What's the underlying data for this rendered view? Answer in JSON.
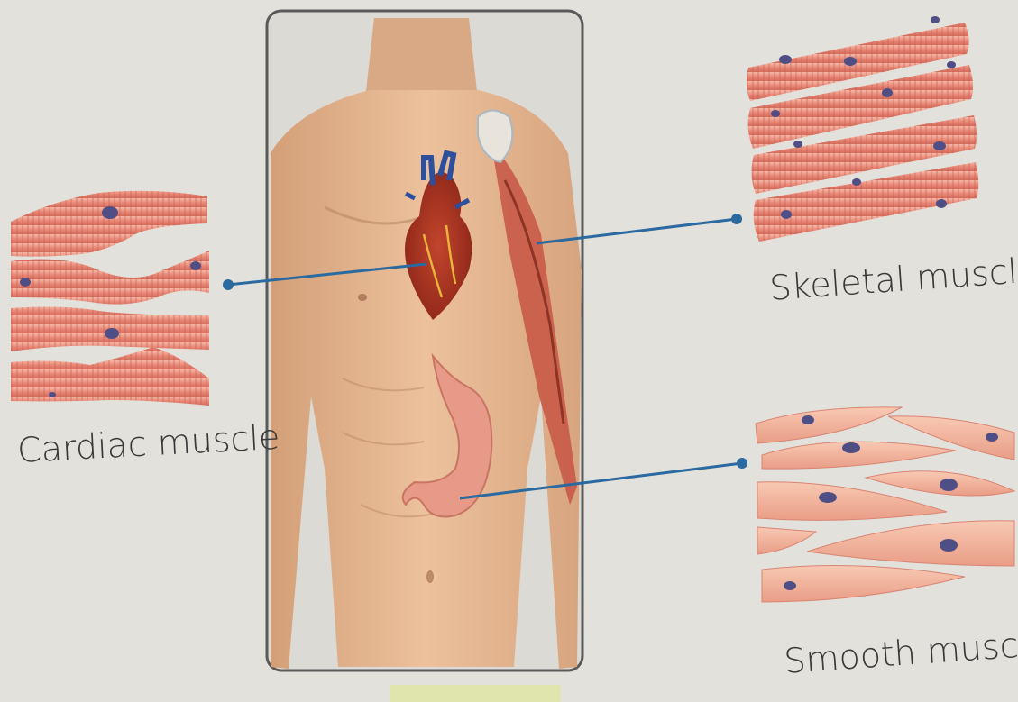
{
  "labels": {
    "cardiac": "Cardiac muscle",
    "skeletal": "Skeletal muscle",
    "smooth": "Smooth muscle"
  },
  "colors": {
    "page": "#e3e1dc",
    "skin": "#e2b48e",
    "muscle_fiber": "#e98c7c",
    "nucleus": "#5a5a8c",
    "leader_line": "#2a6aa0",
    "frame": "#555555"
  }
}
